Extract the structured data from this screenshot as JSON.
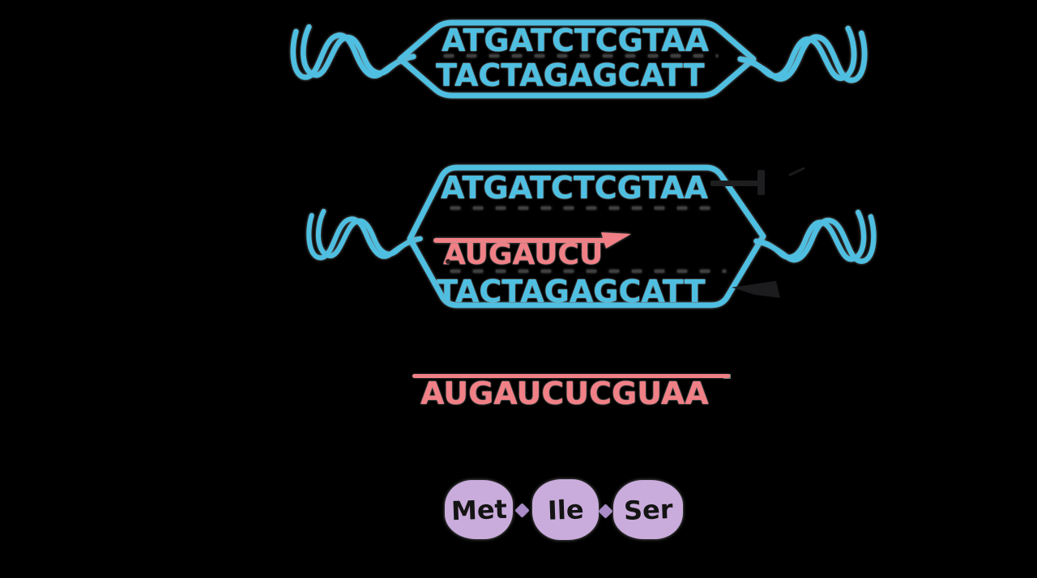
{
  "diagram": "central-dogma-transcription-translation",
  "colors": {
    "background": "#000000",
    "dna_stroke": "#4FBFE1",
    "rna_pink": "#F08086",
    "protein_fill": "#C9ACDC",
    "protein_link": "#A98BC8",
    "amino_label_text": "#141414",
    "halo_gray": "#9B9B9B",
    "base_pair_dash": "#404040"
  },
  "dna": {
    "top_strand": "ATGATCTCGTAA",
    "bottom_strand": "TACTAGAGCATT"
  },
  "transcription": {
    "coding_strand": "ATGATCTCGTAA",
    "nascent_rna": "AUGAUCU",
    "template_strand": "TACTAGAGCATT"
  },
  "mrna": {
    "sequence": "AUGAUCUCGUAA"
  },
  "protein": {
    "amino_acids": [
      "Met",
      "Ile",
      "Ser"
    ]
  }
}
